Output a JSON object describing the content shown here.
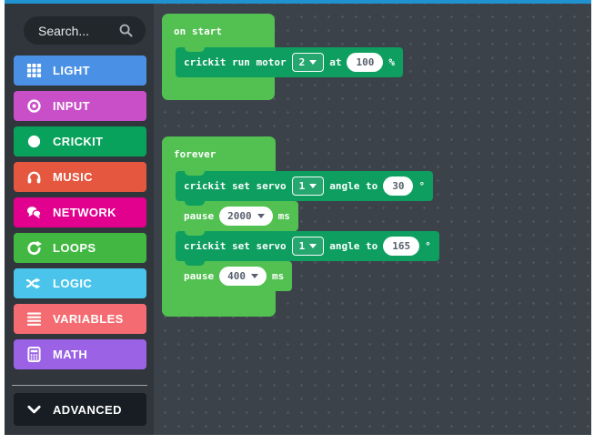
{
  "colors": {
    "accent-blue": "#2192d0",
    "canvas-bg": "#3b424a",
    "sidebar-bg": "#30363c",
    "search-bg": "#22272c",
    "advanced-bg": "#171d22",
    "block-green": "#52c152",
    "block-teal": "#0e9e60",
    "value-text": "#58606e"
  },
  "sidebar": {
    "search": {
      "placeholder": "Search...",
      "icon": "search-icon"
    },
    "items": [
      {
        "label": "LIGHT",
        "color": "#4a90e4",
        "icon": "grid-icon"
      },
      {
        "label": "INPUT",
        "color": "#c94fc9",
        "icon": "target-icon"
      },
      {
        "label": "CRICKIT",
        "color": "#09a25c",
        "icon": "circle-icon"
      },
      {
        "label": "MUSIC",
        "color": "#e5573f",
        "icon": "headphones-icon"
      },
      {
        "label": "NETWORK",
        "color": "#e2008f",
        "icon": "chat-icon"
      },
      {
        "label": "LOOPS",
        "color": "#42b842",
        "icon": "refresh-icon"
      },
      {
        "label": "LOGIC",
        "color": "#4ac4ea",
        "icon": "shuffle-icon"
      },
      {
        "label": "VARIABLES",
        "color": "#f46c71",
        "icon": "lines-icon"
      },
      {
        "label": "MATH",
        "color": "#9b62e5",
        "icon": "calculator-icon"
      }
    ],
    "advanced": {
      "label": "ADVANCED",
      "icon": "chevron-down-icon"
    }
  },
  "workspace": {
    "on_start": {
      "label": "on start"
    },
    "run_motor": {
      "text": "crickit run motor",
      "motor": "2",
      "at_label": "at",
      "value": "100",
      "unit": "%"
    },
    "forever": {
      "label": "forever"
    },
    "servo_a": {
      "text": "crickit set servo",
      "servo": "1",
      "angle_label": "angle to",
      "value": "30",
      "unit": "°"
    },
    "pause_a": {
      "text": "pause",
      "value": "2000",
      "unit": "ms"
    },
    "servo_b": {
      "text": "crickit set servo",
      "servo": "1",
      "angle_label": "angle to",
      "value": "165",
      "unit": "°"
    },
    "pause_b": {
      "text": "pause",
      "value": "400",
      "unit": "ms"
    }
  }
}
